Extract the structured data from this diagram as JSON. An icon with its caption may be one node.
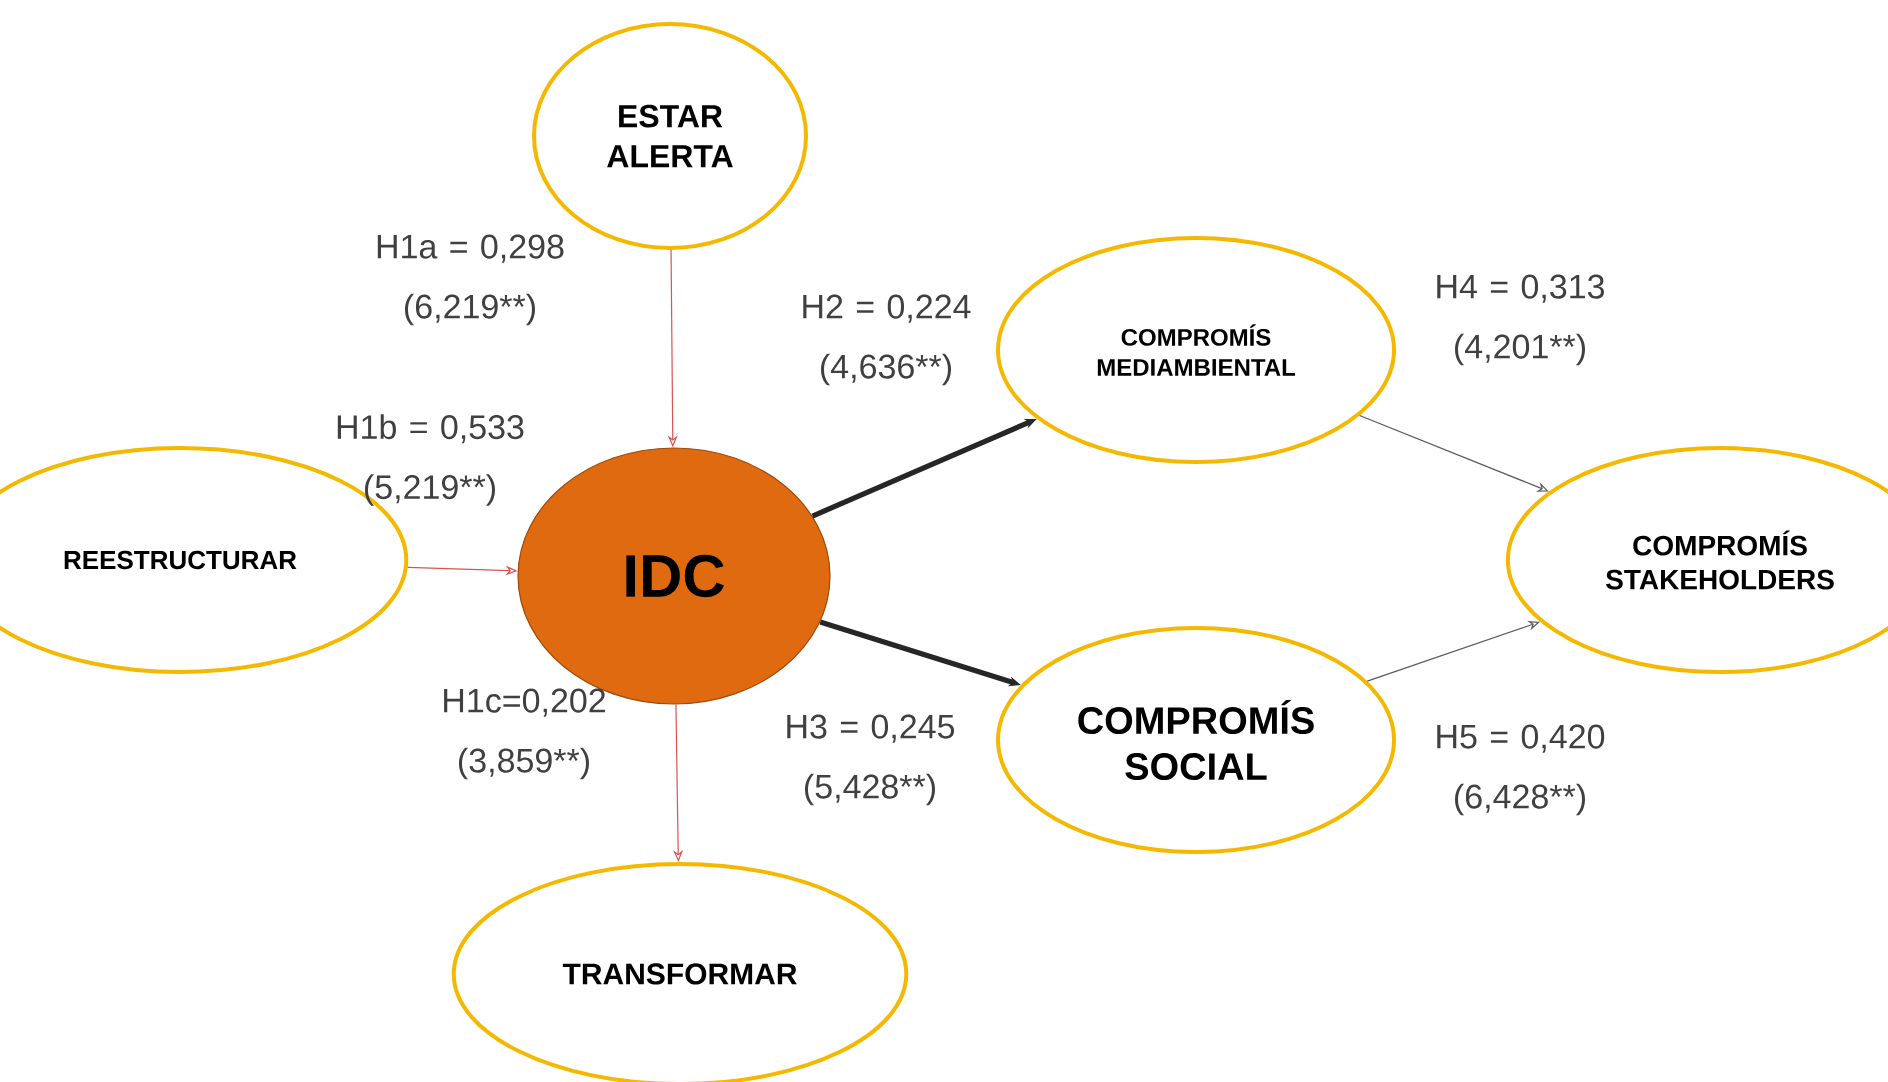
{
  "diagram": {
    "nodes": [
      {
        "text": [
          "ESTAR ALERTA"
        ]
      },
      {
        "text": [
          "REESTRUCTURAR"
        ]
      },
      {
        "text": [
          "IDC"
        ]
      },
      {
        "text": [
          "COMPROMÍS MEDIAMBIENTAL"
        ]
      },
      {
        "text": [
          "COMPROMÍS SOCIAL"
        ]
      },
      {
        "text": [
          "COMPROMÍS STAKEHOLDERS"
        ]
      },
      {
        "text": [
          "TRANSFORMAR"
        ]
      }
    ],
    "edges": [
      {
        "from": 0,
        "to": 2,
        "arrow": "to",
        "label": "H1a = 0,298 (6,219**)"
      },
      {
        "from": 1,
        "to": 2,
        "arrow": "to",
        "label": "H1b = 0,533 (5,219**)"
      },
      {
        "from": 2,
        "to": 6,
        "arrow": "to",
        "label": "H1c=0,202 (3,859**)"
      },
      {
        "from": 2,
        "to": 3,
        "arrow": "to",
        "label": "H2 = 0,224 (4,636**)",
        "style": "thick",
        "color": "#262626"
      },
      {
        "from": 2,
        "to": 4,
        "arrow": "to",
        "label": "H3 = 0,245 (5,428**)",
        "style": "thick",
        "color": "#262626"
      },
      {
        "from": 3,
        "to": 5,
        "arrow": "to",
        "label": "H4 = 0,313 (4,201**)",
        "color": "#595959"
      },
      {
        "from": 4,
        "to": 5,
        "arrow": "to",
        "label": "H5 = 0,420 (6,428**)",
        "color": "#595959"
      }
    ]
  }
}
